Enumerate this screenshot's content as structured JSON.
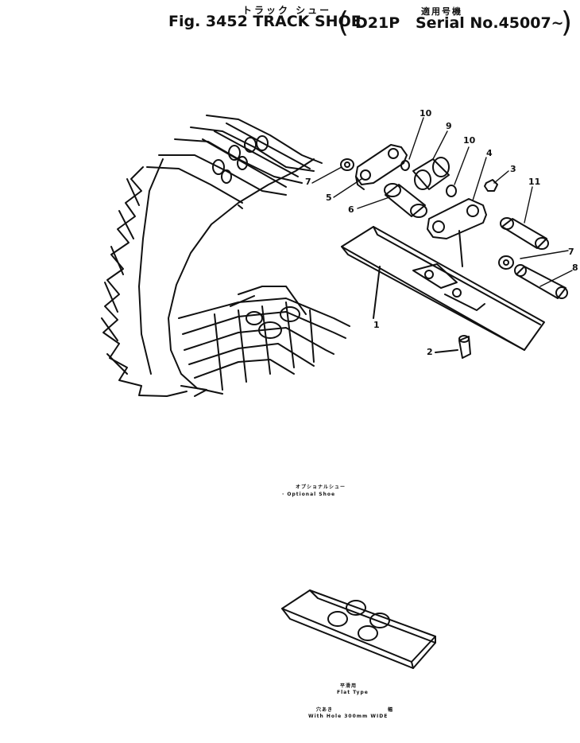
{
  "header": {
    "title_ja": "トラック シュー",
    "serial_ja": "適用号機",
    "figure_label": "Fig. 3452 TRACK SHOE",
    "model": "D21P",
    "serial": "Serial No.45007~",
    "paren_open": "(",
    "paren_close": ")"
  },
  "callouts": [
    "10",
    "9",
    "10",
    "4",
    "3",
    "11",
    "7",
    "5",
    "6",
    "7",
    "8",
    "2",
    "1"
  ],
  "optional_shoe": {
    "label_ja": "オプショナルシュー",
    "label_en": "· Optional Shoe"
  },
  "flat_type": {
    "label_ja": "平滑用",
    "label_en": "Flat Type",
    "note_ja_left": "穴あき",
    "note_ja_right": "幅",
    "note_en": "With Hole 300mm WIDE"
  }
}
